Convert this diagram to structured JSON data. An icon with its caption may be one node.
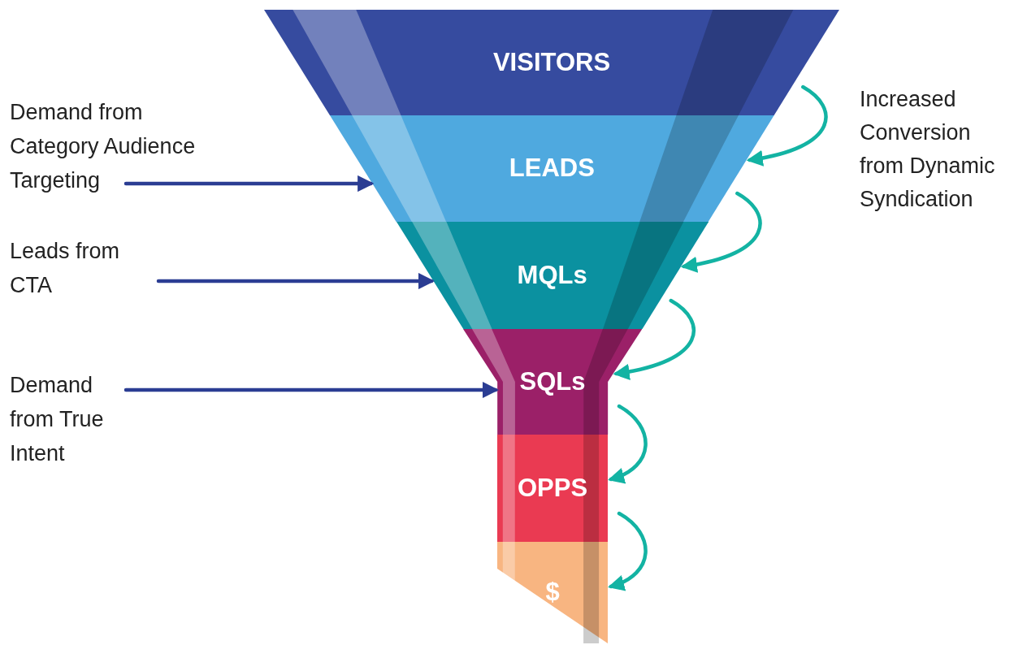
{
  "diagram": {
    "nodes": [
      {
        "text": [
          "VISITORS"
        ]
      },
      {
        "text": [
          "LEADS"
        ]
      },
      {
        "text": [
          "MQLs"
        ]
      },
      {
        "text": [
          "SQLs"
        ]
      },
      {
        "text": [
          "OPPS"
        ]
      },
      {
        "text": [
          "$"
        ]
      },
      {
        "text": [
          "Demand from Category Audience Targeting"
        ]
      },
      {
        "text": [
          "Leads from CTA"
        ]
      },
      {
        "text": [
          "Demand from True Intent"
        ]
      }
    ],
    "edges": [
      {
        "from": 6,
        "to": 1,
        "arrow": "to",
        "color": "#2b3d93"
      },
      {
        "from": 7,
        "to": 2,
        "arrow": "to",
        "color": "#2b3d93"
      },
      {
        "from": 8,
        "to": 3,
        "arrow": "to",
        "color": "#2b3d93"
      },
      {
        "from": 0,
        "to": 1,
        "arrow": "to"
      },
      {
        "from": 1,
        "to": 2,
        "arrow": "to"
      },
      {
        "from": 2,
        "to": 3,
        "arrow": "to"
      },
      {
        "from": 3,
        "to": 4,
        "arrow": "to"
      },
      {
        "from": 4,
        "to": 5,
        "arrow": "to"
      }
    ],
    "labels": [
      "Increased Conversion from Dynamic Syndication"
    ]
  }
}
